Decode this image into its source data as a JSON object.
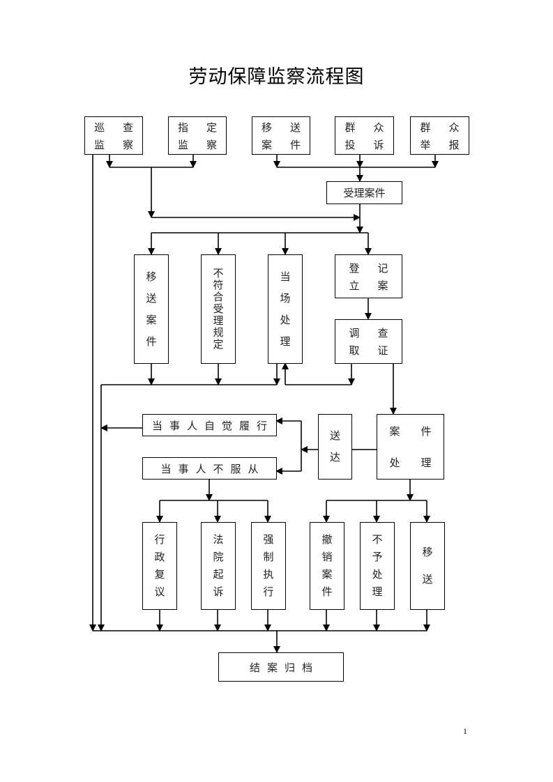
{
  "title": "劳动保障监察流程图",
  "page_number": "1",
  "sources": [
    {
      "id": "patrol",
      "lines": [
        "巡",
        "查",
        "监",
        "察"
      ]
    },
    {
      "id": "designated",
      "lines": [
        "指",
        "定",
        "监",
        "察"
      ]
    },
    {
      "id": "transferred",
      "lines": [
        "移",
        "送",
        "案",
        "件"
      ]
    },
    {
      "id": "complaint",
      "lines": [
        "群",
        "众",
        "投",
        "诉"
      ]
    },
    {
      "id": "report",
      "lines": [
        "群",
        "众",
        "举",
        "报"
      ]
    }
  ],
  "accept_case": "受理案件",
  "branches": {
    "transfer_case": [
      "移",
      "送",
      "案",
      "件"
    ],
    "not_acceptable": [
      "不",
      "符",
      "合",
      "受",
      "理",
      "规",
      "定"
    ],
    "on_spot": [
      "当",
      "场",
      "处",
      "理"
    ],
    "register": [
      "登",
      "记",
      "立",
      "案"
    ]
  },
  "investigate": [
    "调",
    "查",
    "取",
    "证"
  ],
  "case_handling": [
    "案",
    "件",
    "处",
    "理"
  ],
  "delivery": [
    "送",
    "达"
  ],
  "party_comply": "当事人自觉履行",
  "party_refuse": "当事人不服从",
  "refuse_outcomes": [
    {
      "id": "admin_review",
      "chars": [
        "行",
        "政",
        "复",
        "议"
      ]
    },
    {
      "id": "court_suit",
      "chars": [
        "法",
        "院",
        "起",
        "诉"
      ]
    },
    {
      "id": "enforcement",
      "chars": [
        "强",
        "制",
        "执",
        "行"
      ]
    }
  ],
  "handling_outcomes": [
    {
      "id": "revoke",
      "chars": [
        "撤",
        "销",
        "案",
        "件"
      ]
    },
    {
      "id": "no_penalty",
      "chars": [
        "不",
        "予",
        "处",
        "理"
      ]
    },
    {
      "id": "transfer",
      "chars": [
        "移",
        "送"
      ]
    }
  ],
  "close_archive": "结案归档"
}
